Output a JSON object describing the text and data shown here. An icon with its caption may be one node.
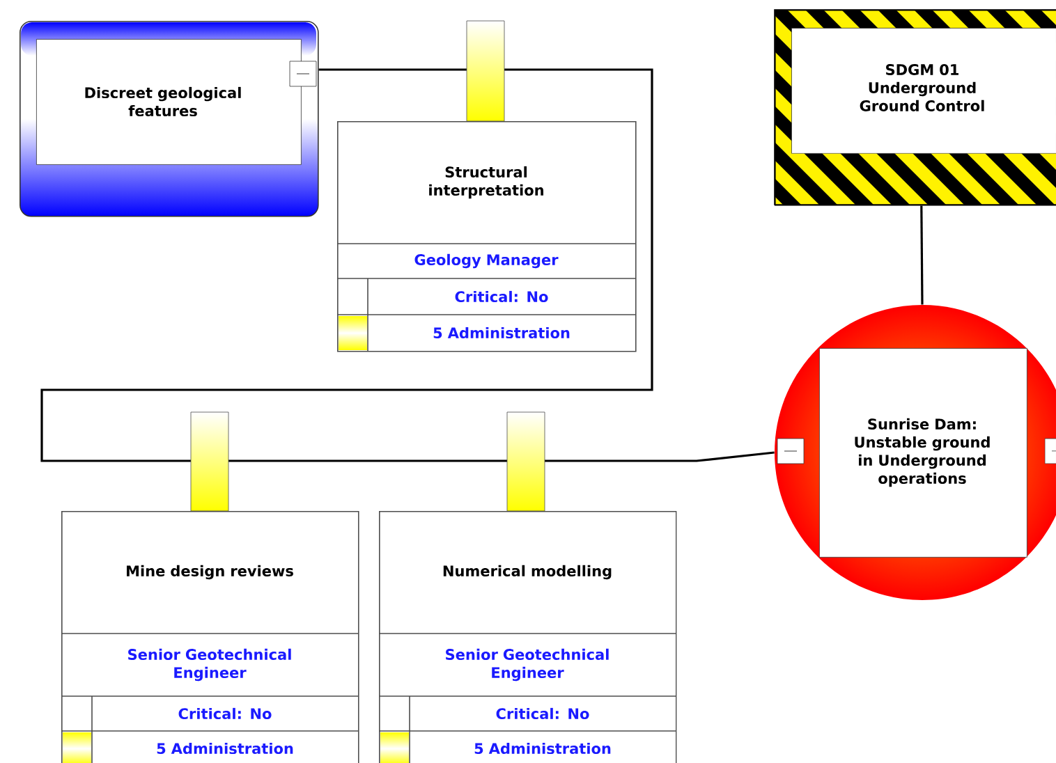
{
  "diagram": {
    "nodes": [
      {
        "text": [
          "Discreet geological features"
        ]
      },
      {
        "text": [
          "Structural interpretation",
          "Geology Manager",
          "Critical: No",
          "5 Administration"
        ]
      },
      {
        "text": [
          "Mine design reviews",
          "Senior Geotechnical Engineer",
          "Critical: No",
          "5 Administration"
        ]
      },
      {
        "text": [
          "Numerical modelling",
          "Senior Geotechnical Engineer",
          "Critical: No",
          "5 Administration"
        ]
      },
      {
        "text": [
          "SDGM 01 Underground Ground Control"
        ]
      },
      {
        "text": [
          "Sunrise Dam: Unstable ground in Underground operations"
        ]
      }
    ],
    "edges": [
      {
        "from": 0,
        "to": 5,
        "arrow": "none"
      },
      {
        "from": 4,
        "to": 5,
        "arrow": "none"
      }
    ]
  }
}
